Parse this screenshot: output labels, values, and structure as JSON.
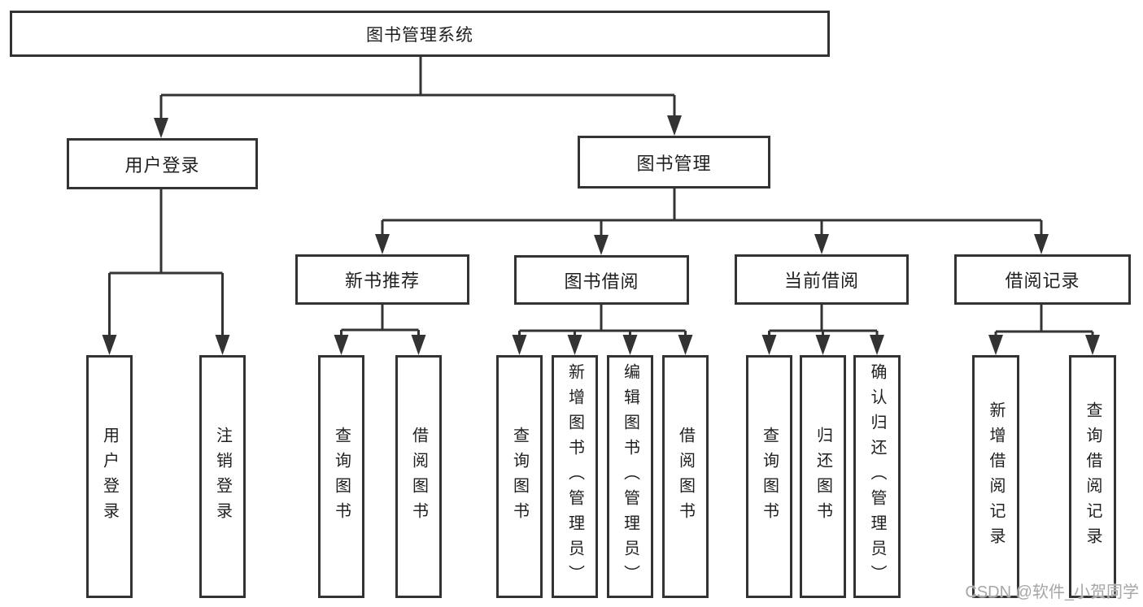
{
  "diagram": {
    "type": "hierarchy-tree",
    "root": {
      "label": "图书管理系统"
    },
    "branches": [
      {
        "label": "用户登录",
        "children": [
          {
            "label": "用户登录"
          },
          {
            "label": "注销登录"
          }
        ]
      },
      {
        "label": "图书管理",
        "children": [
          {
            "label": "新书推荐",
            "children": [
              {
                "label": "查询图书"
              },
              {
                "label": "借阅图书"
              }
            ]
          },
          {
            "label": "图书借阅",
            "children": [
              {
                "label": "查询图书"
              },
              {
                "label": "新增图书（管理员）"
              },
              {
                "label": "编辑图书（管理员）"
              },
              {
                "label": "借阅图书"
              }
            ]
          },
          {
            "label": "当前借阅",
            "children": [
              {
                "label": "查询图书"
              },
              {
                "label": "归还图书"
              },
              {
                "label": "确认归还（管理员）"
              }
            ]
          },
          {
            "label": "借阅记录",
            "children": [
              {
                "label": "新增借阅记录"
              },
              {
                "label": "查询借阅记录"
              }
            ]
          }
        ]
      }
    ],
    "watermark": "CSDN @软件_小贺同学",
    "colors": {
      "line": "#333333",
      "text": "#1f1f1f",
      "watermark": "#9e9e9e",
      "background": "#ffffff"
    }
  }
}
